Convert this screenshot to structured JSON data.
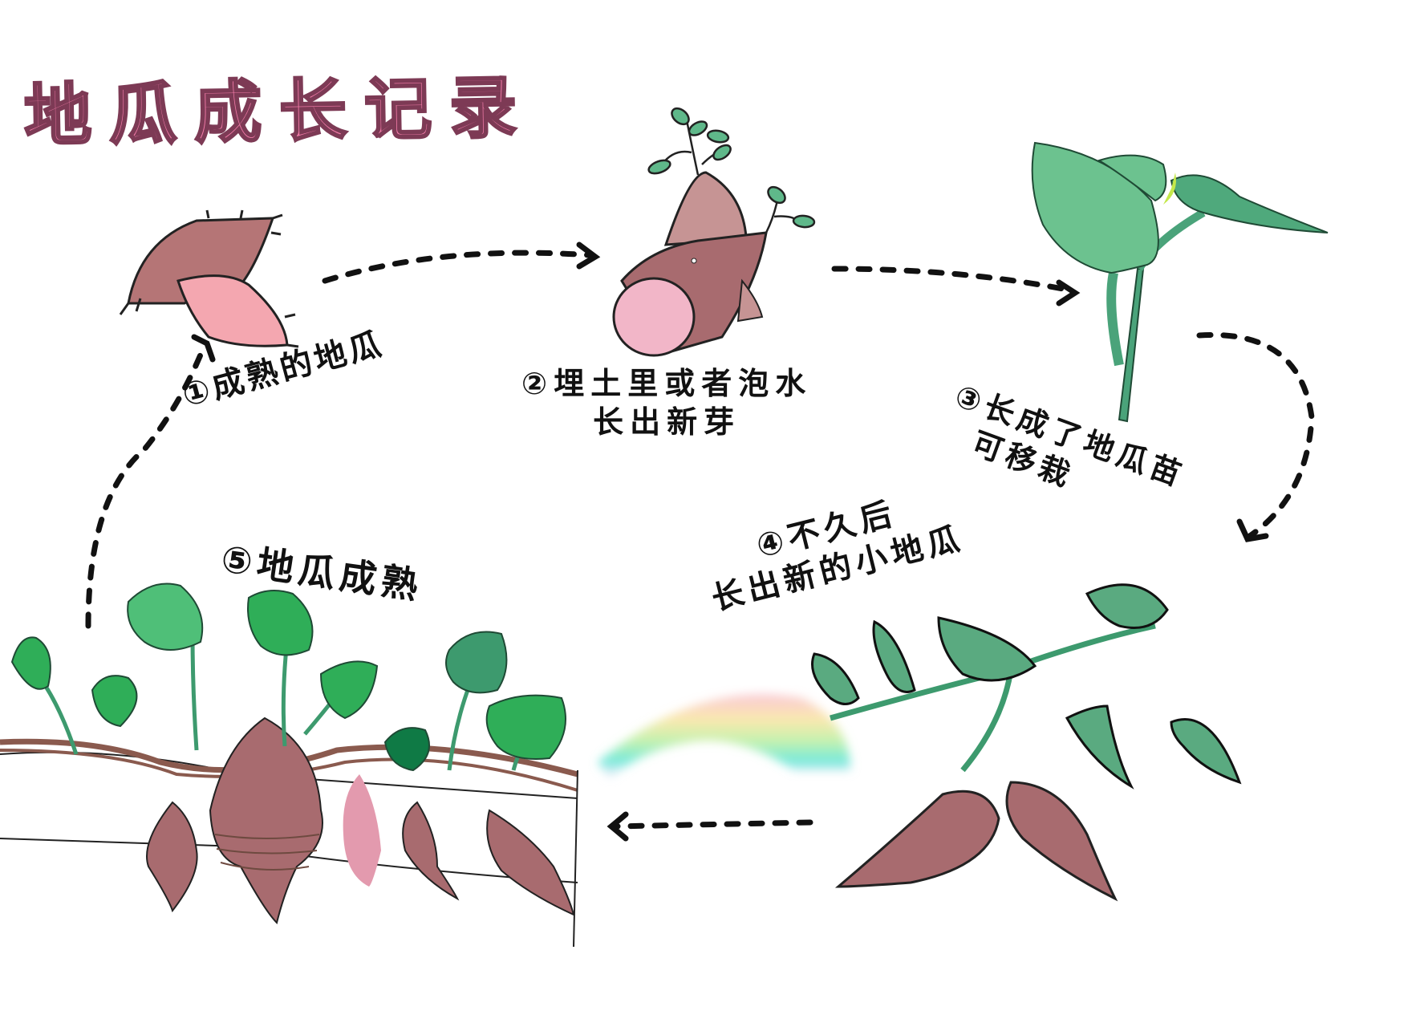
{
  "title": "地瓜成长记录",
  "steps": [
    {
      "number": "①",
      "text": "成熟的地瓜",
      "lines": [
        "成熟的地瓜"
      ]
    },
    {
      "number": "②",
      "text": "埋土里或者泡水 长出新芽",
      "lines": [
        "埋土里或者泡水",
        "长出新芽"
      ]
    },
    {
      "number": "③",
      "text": "长成了地瓜苗 可移栽",
      "lines": [
        "长成了地瓜苗",
        "可移栽"
      ]
    },
    {
      "number": "④",
      "text": "不久后 长出新的小地瓜",
      "lines": [
        "不久后",
        "长出新的小地瓜"
      ]
    },
    {
      "number": "⑤",
      "text": "地瓜成熟",
      "lines": [
        "地瓜成熟"
      ]
    }
  ],
  "colors": {
    "title_fill": "#ef7aa6",
    "title_outline": "#7d3a55",
    "potato_skin": "#b57576",
    "potato_flesh": "#f4a7b0",
    "potato_cut": "#f2b6c8",
    "leaf_green": "#5fb88a",
    "leaf_dark": "#3d9a6e",
    "leaf_bright": "#33b25a",
    "stem_green": "#4aa37a",
    "arrow": "#111111",
    "root_brown": "#8a5a4e"
  }
}
